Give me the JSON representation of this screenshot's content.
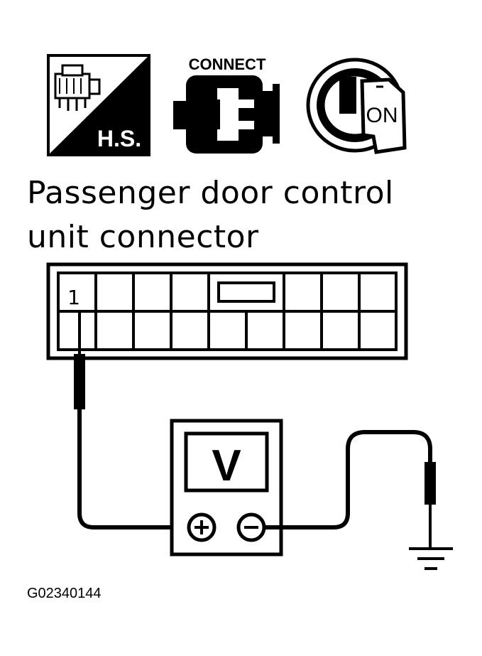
{
  "icons": {
    "harness_sign": {
      "label": "H.S.",
      "icon": "harness-connector-icon"
    },
    "connect": {
      "label": "CONNECT",
      "icon": "connector-plug-icon"
    },
    "ignition": {
      "label": "ON",
      "icon": "ignition-key-icon"
    }
  },
  "title": {
    "line1": "Passenger door control",
    "line2": "unit connector"
  },
  "connector": {
    "terminal_label": "1",
    "columns": 9,
    "rows": 2
  },
  "meter": {
    "label": "V",
    "positive_symbol": "+",
    "negative_symbol": "−"
  },
  "figure_id": "G02340144"
}
